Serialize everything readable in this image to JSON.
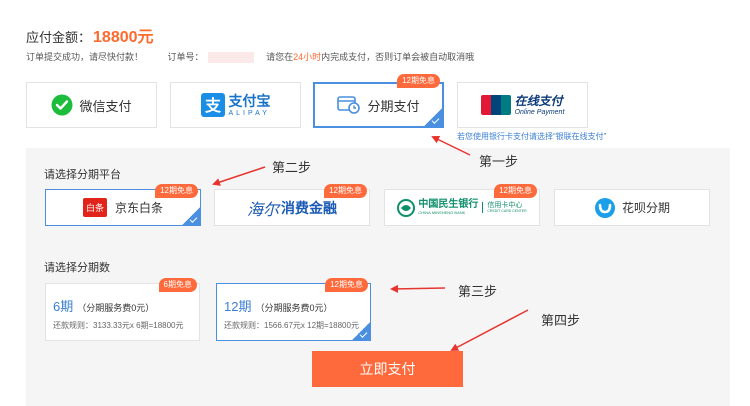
{
  "header": {
    "amount_label": "应付金额：",
    "amount_value": "18800元",
    "submit_notice": "订单提交成功，请尽快付款！",
    "order_no_label": "订单号：",
    "deadline_prefix": "请您在",
    "deadline_hours": "24小时",
    "deadline_suffix": "内完成支付，否则订单会被自动取消哦"
  },
  "payment_methods": [
    {
      "label": "微信支付",
      "icon": "wechat-icon"
    },
    {
      "label": "支付宝",
      "sub": "ALIPAY",
      "icon": "alipay-icon"
    },
    {
      "label": "分期支付",
      "icon": "installment-icon",
      "badge": "12期免息",
      "selected": true
    },
    {
      "label": "在线支付",
      "sub": "Online Payment",
      "icon": "unionpay-icon",
      "icon_text": "UnionPay 银联"
    }
  ],
  "unionpay_hint": "若您使用银行卡支付请选择“银联在线支付”",
  "platform_section": {
    "title": "请选择分期平台",
    "platforms": [
      {
        "label": "京东白条",
        "logo_text": "白条",
        "badge": "12期免息",
        "selected": true
      },
      {
        "label": "海尔消费金融",
        "logo_text": "海尔",
        "logo_text2": "消费金融",
        "badge": "12期免息"
      },
      {
        "label": "中国民生银行 信用卡中心",
        "logo_text": "中国民生银行",
        "logo_sub": "CHINA MINSHENG BANK",
        "logo_side": "信用卡中心",
        "logo_side_sub": "CREDIT CARD CENTER",
        "badge": "12期免息"
      },
      {
        "label": "花呗分期"
      }
    ]
  },
  "term_section": {
    "title": "请选择分期数",
    "terms": [
      {
        "period": "6期",
        "fee": "（分期服务费0元）",
        "rule": "还款规则：3133.33元x 6期=18800元",
        "badge": "6期免息"
      },
      {
        "period": "12期",
        "fee": "（分期服务费0元）",
        "rule": "还款规则：1566.67元x 12期=18800元",
        "badge": "12期免息",
        "selected": true
      }
    ]
  },
  "pay_button": "立即支付",
  "steps": {
    "step1": "第一步",
    "step2": "第二步",
    "step3": "第三步",
    "step4": "第四步"
  },
  "colors": {
    "accent_orange": "#ff6a3c",
    "select_blue": "#4a8fe0",
    "annotation_red": "#e8342f"
  }
}
